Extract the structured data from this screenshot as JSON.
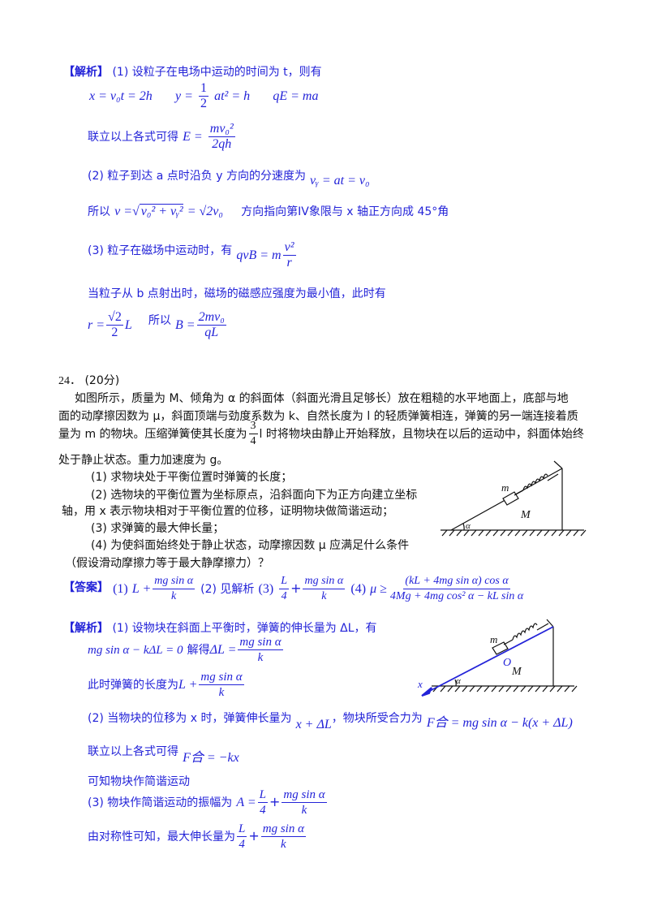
{
  "colors": {
    "solution_text": "#2323d8",
    "problem_text": "#111111",
    "axis_line": "#2323d8"
  },
  "part_prev": {
    "tag": "【解析】",
    "s1_intro": "(1) 设粒子在电场中运动的时间为 t，则有",
    "s1_eq1": "x = v₀t = 2h",
    "s1_eq2_lhs": "y =",
    "s1_eq2_num": "1",
    "s1_eq2_den": "2",
    "s1_eq2_rhs": "at² = h",
    "s1_eq3": "qE = ma",
    "s1_combine": "联立以上各式可得",
    "s1_E_lhs": "E =",
    "s1_E_num": "mv₀²",
    "s1_E_den": "2qh",
    "s2_text": "(2) 粒子到达 a 点时沿负 y 方向的分速度为",
    "s2_eq": "vᵧ = at = v₀",
    "s2_so": "所以",
    "s2_v_lhs": "v =",
    "s2_v_sqrt": "v₀² + vᵧ²",
    "s2_v_rhs": "= √2v₀",
    "s2_dir": "方向指向第IV象限与 x 轴正方向成 45°角",
    "s3_text": "(3) 粒子在磁场中运动时，有",
    "s3_eq_lhs": "qvB = m",
    "s3_eq_num": "v²",
    "s3_eq_den": "r",
    "s3_b_text": "当粒子从 b 点射出时，磁场的磁感应强度为最小值，此时有",
    "s3_r_lhs": "r =",
    "s3_r_num": "√2",
    "s3_r_den": "2",
    "s3_r_rhs": "L",
    "s3_so": "所以",
    "s3_B_lhs": "B =",
    "s3_B_num": "2mv₀",
    "s3_B_den": "qL"
  },
  "problem24": {
    "number": "24．",
    "score": "(20分)",
    "stem_line1": "如图所示，质量为 M、倾角为 α 的斜面体（斜面光滑且足够长）放在粗糙的水平地面上，底部与地",
    "stem_line2": "面的动摩擦因数为 μ，斜面顶端与劲度系数为 k、自然长度为 l 的轻质弹簧相连，弹簧的另一端连接着质",
    "stem_line3a": "量为 m 的物块。压缩弹簧使其长度为",
    "stem_line3_num": "3",
    "stem_line3_den": "4",
    "stem_line3b": "l 时将物块由静止开始释放，且物块在以后的运动中，斜面体始终",
    "stem_line4": "处于静止状态。重力加速度为 g。",
    "q1": "(1) 求物块处于平衡位置时弹簧的长度；",
    "q2a": "(2) 选物块的平衡位置为坐标原点，沿斜面向下为正方向建立坐标",
    "q2b": "轴，用 x 表示物块相对于平衡位置的位移，证明物块做简谐运动；",
    "q3": "(3) 求弹簧的最大伸长量；",
    "q4a": "(4) 为使斜面始终处于静止状态，动摩擦因数 μ 应满足什么条件",
    "q4b": "（假设滑动摩擦力等于最大静摩擦力）？",
    "figure1": {
      "label_m": "m",
      "label_M": "M",
      "label_alpha": "α"
    }
  },
  "answer": {
    "tag": "【答案】",
    "a1_label": "(1)",
    "a1_pre": "L +",
    "a1_num": "mg sin α",
    "a1_den": "k",
    "a2": "(2) 见解析",
    "a3_label": "(3)",
    "a3_num1": "L",
    "a3_den1": "4",
    "a3_num2": "mg sin α",
    "a3_den2": "k",
    "a4_label": "(4)",
    "a4_pre": "μ ≥",
    "a4_num": "(kL + 4mg sin α) cos α",
    "a4_den": "4Mg + 4mg cos² α − kL sin α"
  },
  "solution": {
    "tag": "【解析】",
    "s1_text": "(1) 设物块在斜面上平衡时，弹簧的伸长量为 ΔL，有",
    "s1_eq": "mg sin α − kΔL = 0",
    "s1_solve": "解得",
    "s1_dl_lhs": "ΔL =",
    "s1_dl_num": "mg sin α",
    "s1_dl_den": "k",
    "s1_len_text": "此时弹簧的长度为",
    "s1_len_pre": "L +",
    "s1_len_num": "mg sin α",
    "s1_len_den": "k",
    "s2_text": "(2) 当物块的位移为 x 时，弹簧伸长量为",
    "s2_ext": "x + ΔL",
    "s2_force_text": "，物块所受合力为",
    "s2_force_eq": "F合 = mg sin α − k(x + ΔL)",
    "s2_combine": "联立以上各式可得",
    "s2_result": "F合 = −kx",
    "s2_conclusion": "可知物块作简谐运动",
    "s3_text": "(3) 物块作简谐运动的振幅为",
    "s3_A_lhs": "A =",
    "s3_A_num1": "L",
    "s3_A_den1": "4",
    "s3_A_num2": "mg sin α",
    "s3_A_den2": "k",
    "s3_sym_text": "由对称性可知，最大伸长量为",
    "s3_max_num1": "L",
    "s3_max_den1": "4",
    "s3_max_num2": "mg sin α",
    "s3_max_den2": "k",
    "figure2": {
      "label_m": "m",
      "label_O": "O",
      "label_M": "M",
      "label_alpha": "α",
      "label_x": "x"
    }
  }
}
